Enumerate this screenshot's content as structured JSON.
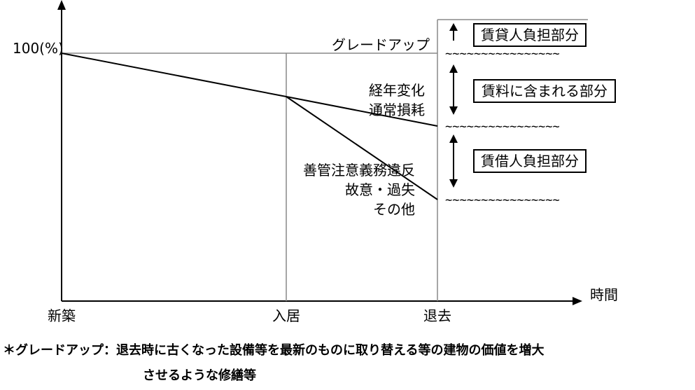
{
  "diagram": {
    "y_tick": "100(%)",
    "x_axis_label": "時間",
    "x_ticks": [
      "新築",
      "入居",
      "退去"
    ],
    "grade_up_label": "グレードアップ",
    "aging_label": [
      "経年変化",
      "通常損耗"
    ],
    "negligence_label": [
      "善管注意義務違反",
      "故意・過失",
      "その他"
    ],
    "boxes": {
      "landlord": "賃貸人負担部分",
      "rent_included": "賃料に含まれる部分",
      "tenant": "賃借人負担部分"
    },
    "wave": "~~~~~~~~~~~~~~~~"
  },
  "footnote": {
    "line1": "＊グレードアップ：退去時に古くなった設備等を最新のものに取り替える等の建物の価値を増大",
    "line2": "させるような修繕等"
  }
}
